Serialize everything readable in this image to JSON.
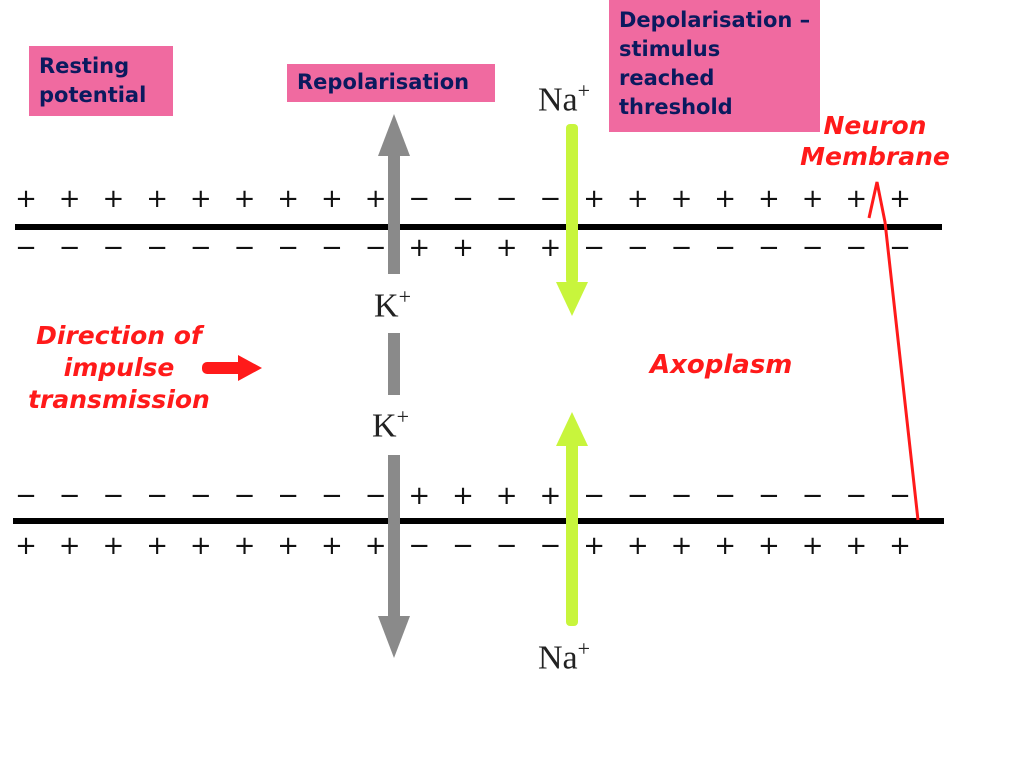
{
  "boxes": {
    "resting": "Resting potential",
    "repolarisation": "Repolarisation",
    "depolarisation": "Depolarisation – stimulus reached threshold"
  },
  "labels": {
    "direction": "Direction of impulse transmission",
    "axoplasm": "Axoplasm",
    "neuron_membrane": "Neuron Membrane"
  },
  "ions": {
    "na": "Na",
    "k": "K",
    "charge": "+"
  },
  "colors": {
    "box_fill": "#f06aa0",
    "box_text": "#0b1a5e",
    "label_red": "#ff1a1a",
    "na_arrow": "#c8f53c",
    "k_arrow": "#8a8a8a"
  },
  "membrane": {
    "upper_outer_signs": [
      "+",
      "+",
      "+",
      "+",
      "+",
      "+",
      "+",
      "+",
      "+",
      "−",
      "−",
      "−",
      "−",
      "+",
      "+",
      "+",
      "+",
      "+",
      "+",
      "+",
      "+"
    ],
    "upper_inner_signs": [
      "−",
      "−",
      "−",
      "−",
      "−",
      "−",
      "−",
      "−",
      "−",
      "+",
      "+",
      "+",
      "+",
      "−",
      "−",
      "−",
      "−",
      "−",
      "−",
      "−",
      "−"
    ],
    "lower_inner_signs": [
      "−",
      "−",
      "−",
      "−",
      "−",
      "−",
      "−",
      "−",
      "−",
      "+",
      "+",
      "+",
      "+",
      "−",
      "−",
      "−",
      "−",
      "−",
      "−",
      "−",
      "−"
    ],
    "lower_outer_signs": [
      "+",
      "+",
      "+",
      "+",
      "+",
      "+",
      "+",
      "+",
      "+",
      "−",
      "−",
      "−",
      "−",
      "+",
      "+",
      "+",
      "+",
      "+",
      "+",
      "+",
      "+"
    ]
  }
}
